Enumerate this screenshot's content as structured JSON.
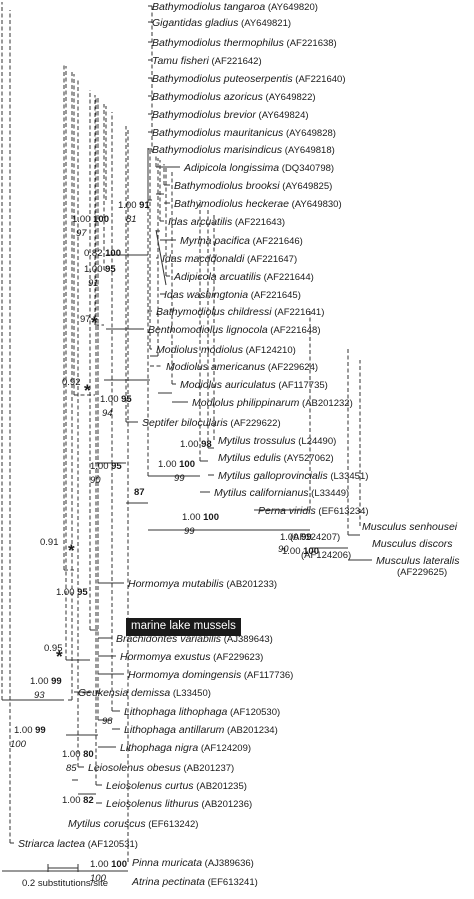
{
  "taxa": [
    {
      "id": "t1",
      "genus": "Bathymodiolus",
      "epithet": "tangaroa",
      "acc": "(AY649820)"
    },
    {
      "id": "t2",
      "genus": "Gigantidas",
      "epithet": "gladius",
      "acc": "(AY649821)"
    },
    {
      "id": "t3",
      "genus": "Bathymodiolus",
      "epithet": "thermophilus",
      "acc": "(AF221638)"
    },
    {
      "id": "t4",
      "genus": "Tamu",
      "epithet": "fisheri",
      "acc": "(AF221642)"
    },
    {
      "id": "t5",
      "genus": "Bathymodiolus",
      "epithet": "puteoserpentis",
      "acc": "(AF221640)"
    },
    {
      "id": "t6",
      "genus": "Bathymodiolus",
      "epithet": "azoricus",
      "acc": "(AY649822)"
    },
    {
      "id": "t7",
      "genus": "Bathymodiolus",
      "epithet": "brevior",
      "acc": "(AY649824)"
    },
    {
      "id": "t8",
      "genus": "Bathymodiolus",
      "epithet": "mauritanicus",
      "acc": "(AY649828)"
    },
    {
      "id": "t9",
      "genus": "Bathymodiolus",
      "epithet": "marisindicus",
      "acc": "(AY649818)"
    },
    {
      "id": "t10",
      "genus": "Adipicola",
      "epithet": "longissima",
      "acc": "(DQ340798)"
    },
    {
      "id": "t11",
      "genus": "Bathymodiolus",
      "epithet": "brooksi",
      "acc": "(AY649825)"
    },
    {
      "id": "t12",
      "genus": "Bathymodiolus",
      "epithet": "heckerae",
      "acc": "(AY649830)"
    },
    {
      "id": "t13",
      "genus": "Idas",
      "epithet": "arcuatilis",
      "acc": "(AF221643)"
    },
    {
      "id": "t14",
      "genus": "Myrina",
      "epithet": "pacifica",
      "acc": "(AF221646)"
    },
    {
      "id": "t15",
      "genus": "Idas",
      "epithet": "macddonaldi",
      "acc": "(AF221647)"
    },
    {
      "id": "t16",
      "genus": "Adipicola",
      "epithet": "arcuatilis",
      "acc": "(AF221644)"
    },
    {
      "id": "t17",
      "genus": "Idas",
      "epithet": "washingtonia",
      "acc": "(AF221645)"
    },
    {
      "id": "t18",
      "genus": "Bathymodiolus",
      "epithet": "childressi",
      "acc": "(AF221641)"
    },
    {
      "id": "t19",
      "genus": "Benthomodiolus",
      "epithet": "lignocola",
      "acc": "(AF221648)"
    },
    {
      "id": "t20",
      "genus": "Modiolus",
      "epithet": "modiolus",
      "acc": "(AF124210)"
    },
    {
      "id": "t21",
      "genus": "Modiolus",
      "epithet": "americanus",
      "acc": "(AF229624)"
    },
    {
      "id": "t22",
      "genus": "Modiolus",
      "epithet": "auriculatus",
      "acc": "(AF117735)"
    },
    {
      "id": "t23",
      "genus": "Modiolus",
      "epithet": "philippinarum",
      "acc": "(AB201232)"
    },
    {
      "id": "t24",
      "genus": "Septifer",
      "epithet": "bilocularis",
      "acc": "(AF229622)"
    },
    {
      "id": "t25",
      "genus": "Mytilus",
      "epithet": "trossulus",
      "acc": "(L24490)"
    },
    {
      "id": "t26",
      "genus": "Mytilus",
      "epithet": "edulis",
      "acc": "(AY527062)"
    },
    {
      "id": "t27",
      "genus": "Mytilus",
      "epithet": "galloprovincialis",
      "acc": "(L33451)"
    },
    {
      "id": "t28",
      "genus": "Mytilus",
      "epithet": "californianus",
      "acc": "(L33449)"
    },
    {
      "id": "t29",
      "genus": "Perna",
      "epithet": "viridis",
      "acc": "(EF613234)"
    },
    {
      "id": "t30",
      "genus": "Musculus",
      "epithet": "senhousei",
      "acc": "(AF124207)"
    },
    {
      "id": "t31",
      "genus": "Musculus",
      "epithet": "discors",
      "acc": "(AF124206)"
    },
    {
      "id": "t32",
      "genus": "Musculus",
      "epithet": "lateralis",
      "acc": "(AF229625)"
    },
    {
      "id": "t33",
      "genus": "Hormomya",
      "epithet": "mutabilis",
      "acc": "(AB201233)"
    },
    {
      "id": "t35",
      "genus": "Brachidontes",
      "epithet": "variabilis",
      "acc": "(AJ389643)"
    },
    {
      "id": "t36",
      "genus": "Hormomya",
      "epithet": "exustus",
      "acc": "(AF229623)"
    },
    {
      "id": "t37",
      "genus": "Hormomya",
      "epithet": "domingensis",
      "acc": "(AF117736)"
    },
    {
      "id": "t38",
      "genus": "Geukensia",
      "epithet": "demissa",
      "acc": "(L33450)"
    },
    {
      "id": "t39",
      "genus": "Lithophaga",
      "epithet": "lithophaga",
      "acc": "(AF120530)"
    },
    {
      "id": "t40",
      "genus": "Lithophaga",
      "epithet": "antillarum",
      "acc": "(AB201234)"
    },
    {
      "id": "t41",
      "genus": "Lithophaga",
      "epithet": "nigra",
      "acc": "(AF124209)"
    },
    {
      "id": "t42",
      "genus": "Leiosolenus",
      "epithet": "obesus",
      "acc": "(AB201237)"
    },
    {
      "id": "t43",
      "genus": "Leiosolenus",
      "epithet": "curtus",
      "acc": "(AB201235)"
    },
    {
      "id": "t44",
      "genus": "Leiosolenus",
      "epithet": "lithurus",
      "acc": "(AB201236)"
    },
    {
      "id": "t45",
      "genus": "Mytilus",
      "epithet": "coruscus",
      "acc": "(EF613242)"
    },
    {
      "id": "t46",
      "genus": "Striarca",
      "epithet": "lactea",
      "acc": "(AF120531)"
    },
    {
      "id": "t47",
      "genus": "Pinna",
      "epithet": "muricata",
      "acc": "(AJ389636)"
    },
    {
      "id": "t48",
      "genus": "Atrina",
      "epithet": "pectinata",
      "acc": "(EF613241)"
    }
  ],
  "highlight_label": "marine lake mussels",
  "supports": [
    {
      "id": "s1",
      "pp": "1.00",
      "bs": "91",
      "ml": "81"
    },
    {
      "id": "s2",
      "pp": "1.00",
      "bs": "100",
      "ml": "97"
    },
    {
      "id": "s3",
      "pp": "0.82",
      "bs": "100",
      "ml": ""
    },
    {
      "id": "s4",
      "pp": "1.00",
      "bs": "95",
      "ml": "91"
    },
    {
      "id": "s5",
      "pp": "97",
      "bs": "",
      "ml": ""
    },
    {
      "id": "s6",
      "pp": "0.92",
      "bs": "",
      "ml": ""
    },
    {
      "id": "s7",
      "pp": "1.00",
      "bs": "95",
      "ml": "94"
    },
    {
      "id": "s8",
      "pp": "1.00",
      "bs": "95",
      "ml": "90"
    },
    {
      "id": "s9",
      "pp": "1.00",
      "bs": "98",
      "ml": ""
    },
    {
      "id": "s10",
      "pp": "1.00",
      "bs": "100",
      "ml": "99"
    },
    {
      "id": "s11",
      "pp": "",
      "bs": "87",
      "ml": ""
    },
    {
      "id": "s12",
      "pp": "1.00",
      "bs": "100",
      "ml": "99"
    },
    {
      "id": "s13",
      "pp": "1.00",
      "bs": "99",
      "ml": "90"
    },
    {
      "id": "s14",
      "pp": "1.00",
      "bs": "100",
      "ml": ""
    },
    {
      "id": "s15",
      "pp": "0.91",
      "bs": "",
      "ml": ""
    },
    {
      "id": "s16",
      "pp": "1.00",
      "bs": "95",
      "ml": ""
    },
    {
      "id": "s17",
      "pp": "0.95",
      "bs": "",
      "ml": ""
    },
    {
      "id": "s18",
      "pp": "",
      "bs": "",
      "ml": "98"
    },
    {
      "id": "s19",
      "pp": "1.00",
      "bs": "99",
      "ml": "93"
    },
    {
      "id": "s20",
      "pp": "1.00",
      "bs": "99",
      "ml": "100"
    },
    {
      "id": "s21",
      "pp": "1.00",
      "bs": "80",
      "ml": "85"
    },
    {
      "id": "s22",
      "pp": "1.00",
      "bs": "82",
      "ml": ""
    },
    {
      "id": "s23",
      "pp": "1.00",
      "bs": "100",
      "ml": "100"
    }
  ],
  "star_symbol": "*",
  "scale_label": "0.2 substitutions/site",
  "colors": {
    "line": "#333333",
    "text": "#1a1a1a",
    "highlight_bg": "#1a1a1a",
    "highlight_text": "#ffffff"
  }
}
